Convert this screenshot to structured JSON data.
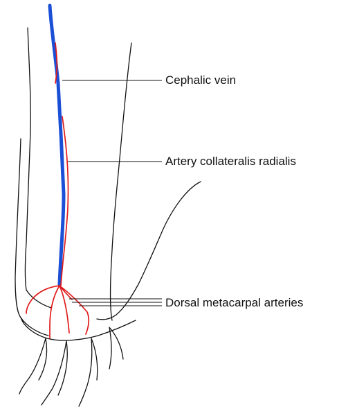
{
  "labels": {
    "cephalic_vein": "Cephalic vein",
    "artery_collateralis_radialis": "Artery collateralis radialis",
    "dorsal_metacarpal_arteries": "Dorsal metacarpal arteries"
  },
  "colors": {
    "vein": "#1a4fd6",
    "artery": "#e01a1a",
    "outline": "#111111"
  }
}
